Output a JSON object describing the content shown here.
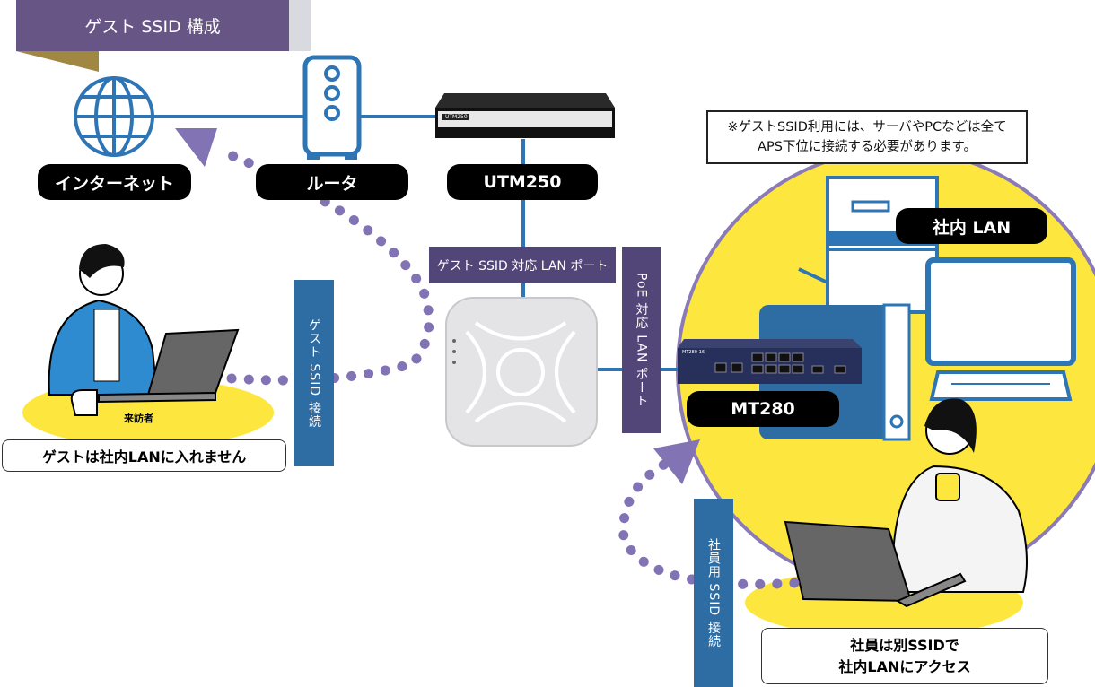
{
  "title": "ゲスト SSID 構成",
  "nodes": {
    "internet": "インターネット",
    "router": "ルータ",
    "utm": "UTM250",
    "utm_panel": "UTM250",
    "lan": "社内 LAN",
    "switch": "MT280",
    "switch_panel": "MT280-16"
  },
  "ports": {
    "guest_port": "ゲスト SSID 対応 LAN ポート",
    "poe_port": "PoE 対応 LAN ポート"
  },
  "connections": {
    "guest_ssid": "ゲスト SSID 接続",
    "staff_ssid": "社員用 SSID 接続"
  },
  "note": {
    "line1": "※ゲストSSID利用には、サーバやPCなどは全て",
    "line2": "APS下位に接続する必要があります。"
  },
  "visitor": {
    "label": "来訪者",
    "callout": "ゲストは社内LANに入れません"
  },
  "staff": {
    "callout_line1": "社員は別SSIDで",
    "callout_line2": "社内LANにアクセス"
  },
  "colors": {
    "purple": "#675585",
    "blue": "#2e75b6",
    "yellow": "#fde73f",
    "dots": "#8273b5"
  }
}
